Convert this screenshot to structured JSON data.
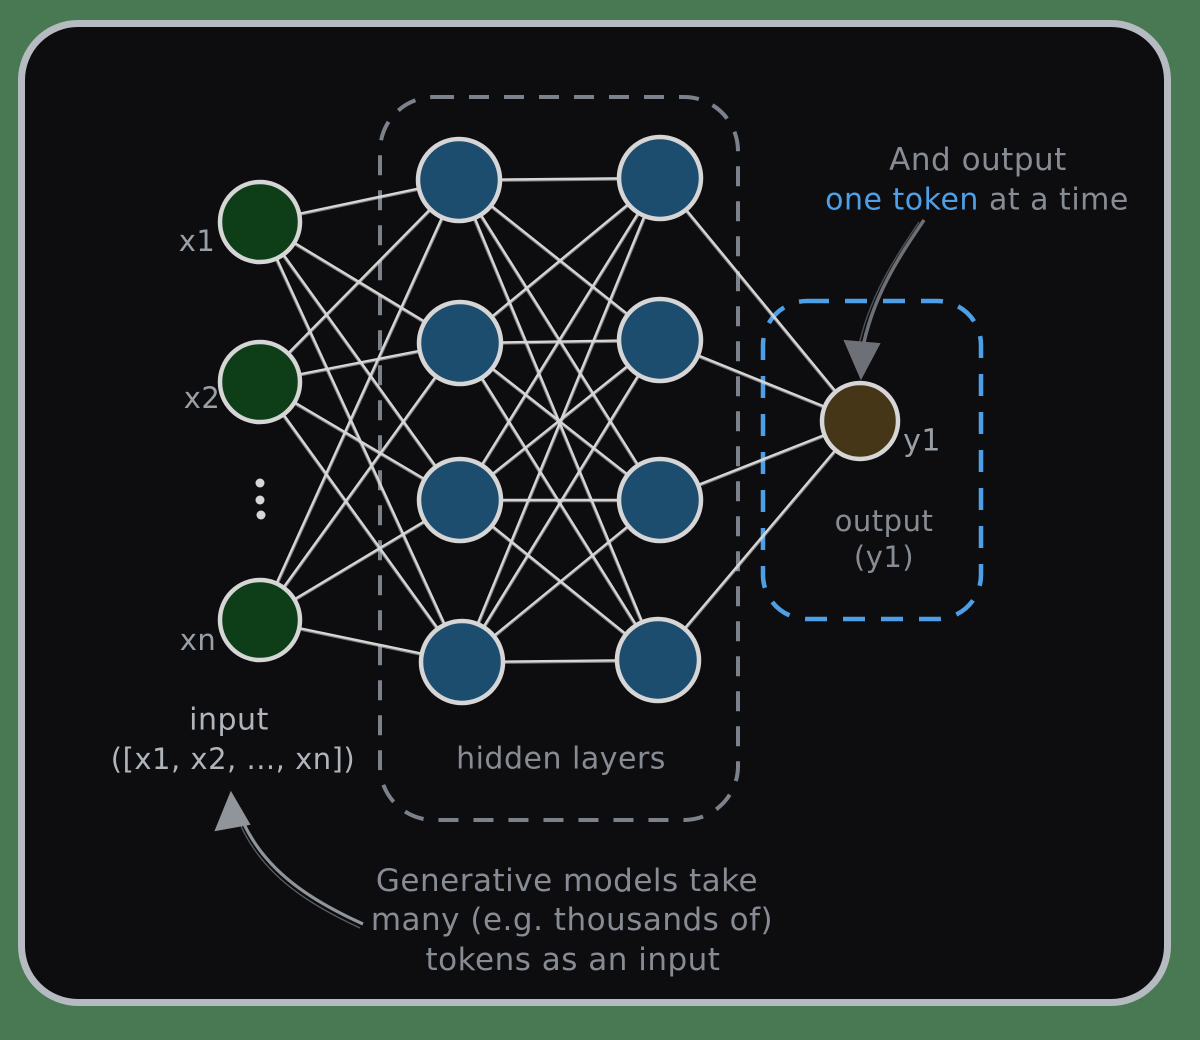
{
  "diagram": {
    "annotation_top": {
      "line1": "And output",
      "line2_highlight": "one token",
      "line2_rest": " at a time"
    },
    "nodes": {
      "input_labels": [
        "x1",
        "x2",
        "xn"
      ],
      "output_label": "y1"
    },
    "captions": {
      "input_title": "input",
      "input_detail": "([x1, x2, ..., xn])",
      "hidden": "hidden layers",
      "output_title": "output",
      "output_detail": "(y1)"
    },
    "note": {
      "line1": "Generative models take",
      "line2": "many (e.g. thousands of)",
      "line3": "tokens as an input"
    },
    "colors": {
      "background": "#487952",
      "card_bg": "#0d0d0f",
      "card_border": "#b5bbc1",
      "input_node": "#0e3e18",
      "hidden_node": "#1d4d6e",
      "output_node": "#453617",
      "node_stroke": "#d6d6d6",
      "edge": "#d6d6d6",
      "hidden_box": "#7c828b",
      "output_box": "#4da0e8",
      "highlight_blue": "#4da0e8",
      "text_gray": "#878c94",
      "text_light": "#b0b5bc",
      "node_label": "#999fa7",
      "arrow_dark": "#6d7177",
      "arrow_light": "#8f959b"
    }
  }
}
